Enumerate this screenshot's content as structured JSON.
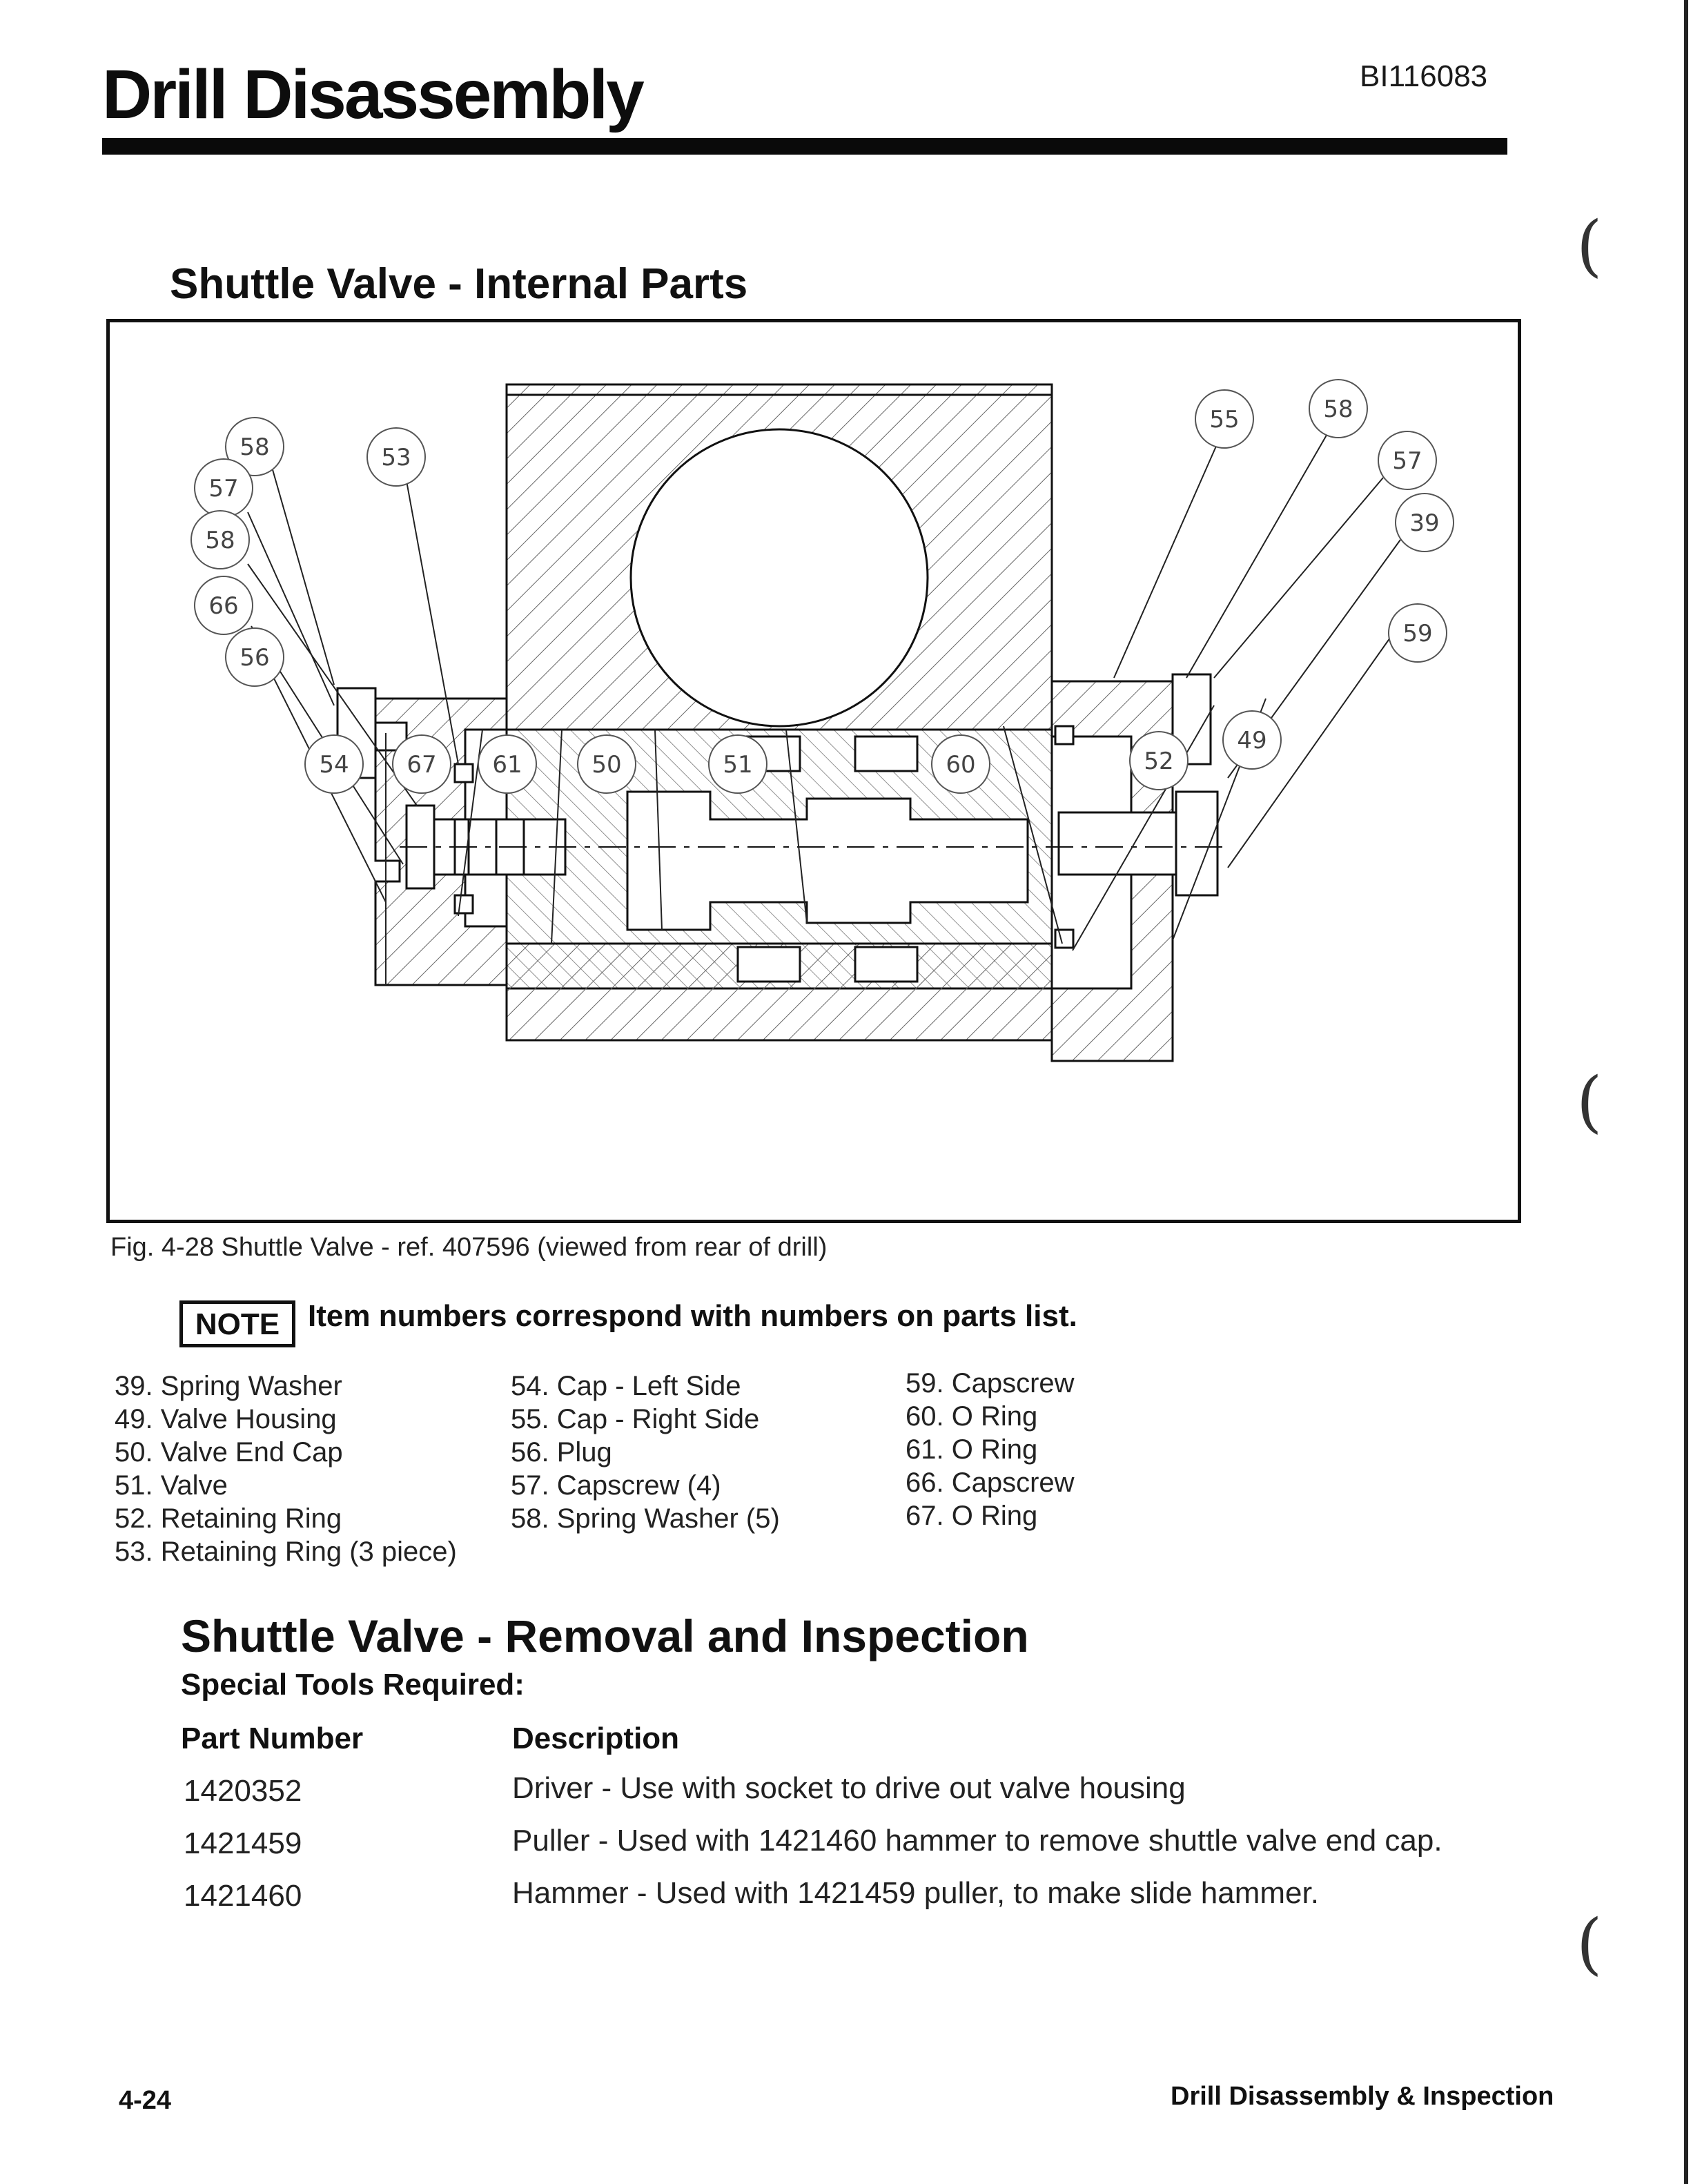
{
  "header": {
    "title": "Drill Disassembly",
    "doc_id": "BI116083"
  },
  "section1": {
    "title": "Shuttle Valve - Internal Parts"
  },
  "figure": {
    "caption": "Fig. 4-28  Shuttle Valve - ref. 407596 (viewed from rear of drill)",
    "callouts": {
      "c58a": "58",
      "c53": "53",
      "c57a": "57",
      "c58b": "58",
      "c66": "66",
      "c56": "56",
      "c55": "55",
      "c58c": "58",
      "c57b": "57",
      "c39": "39",
      "c59": "59",
      "c49": "49",
      "c54": "54",
      "c67": "67",
      "c61": "61",
      "c50": "50",
      "c51": "51",
      "c60": "60",
      "c52": "52"
    }
  },
  "note": {
    "badge": "NOTE",
    "text": "Item numbers correspond with numbers on parts list."
  },
  "parts_list": {
    "col1": [
      "39. Spring Washer",
      "49. Valve Housing",
      "50. Valve End Cap",
      "51. Valve",
      "52. Retaining Ring",
      "53. Retaining Ring (3 piece)"
    ],
    "col2": [
      "54. Cap - Left Side",
      "55. Cap - Right Side",
      "56. Plug",
      "57. Capscrew (4)",
      "58. Spring Washer (5)"
    ],
    "col3": [
      "59. Capscrew",
      "60. O Ring",
      "61. O Ring",
      "66. Capscrew",
      "67. O Ring"
    ]
  },
  "section2": {
    "title": "Shuttle Valve - Removal and Inspection",
    "tools_heading": "Special Tools Required:",
    "col_part_number": "Part Number",
    "col_description": "Description",
    "tools": [
      {
        "part": "1420352",
        "desc": "Driver - Use with socket to drive out valve housing"
      },
      {
        "part": "1421459",
        "desc": "Puller - Used with 1421460 hammer to remove shuttle valve end cap."
      },
      {
        "part": "1421460",
        "desc": "Hammer - Used with 1421459 puller, to make slide hammer."
      }
    ]
  },
  "footer": {
    "page_number": "4-24",
    "section_name": "Drill Disassembly & Inspection"
  },
  "colors": {
    "ink": "#111111",
    "paper": "#ffffff",
    "hatch": "#555555"
  }
}
